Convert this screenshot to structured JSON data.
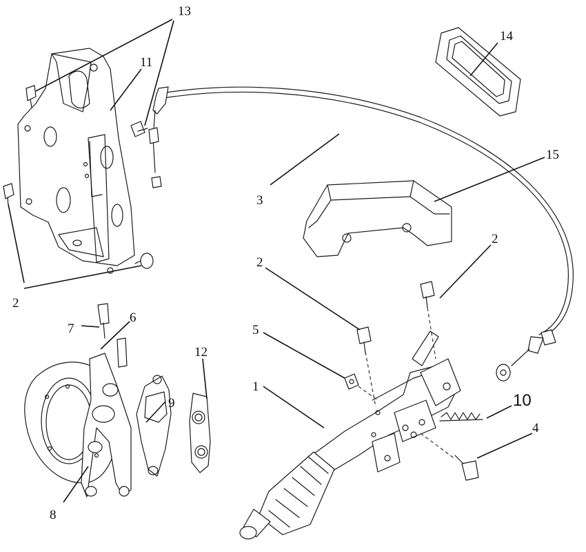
{
  "callouts": [
    {
      "id": "c13",
      "text": "13"
    },
    {
      "id": "c11",
      "text": "11"
    },
    {
      "id": "c14",
      "text": "14"
    },
    {
      "id": "c15",
      "text": "15"
    },
    {
      "id": "c3",
      "text": "3"
    },
    {
      "id": "c2a",
      "text": "2"
    },
    {
      "id": "c2b",
      "text": "2"
    },
    {
      "id": "c2c",
      "text": "2"
    },
    {
      "id": "c5",
      "text": "5"
    },
    {
      "id": "c1",
      "text": "1"
    },
    {
      "id": "c7",
      "text": "7"
    },
    {
      "id": "c6",
      "text": "6"
    },
    {
      "id": "c12",
      "text": "12"
    },
    {
      "id": "c9",
      "text": "9"
    },
    {
      "id": "c10",
      "text": "10"
    },
    {
      "id": "c4",
      "text": "4"
    },
    {
      "id": "c8",
      "text": "8"
    }
  ]
}
